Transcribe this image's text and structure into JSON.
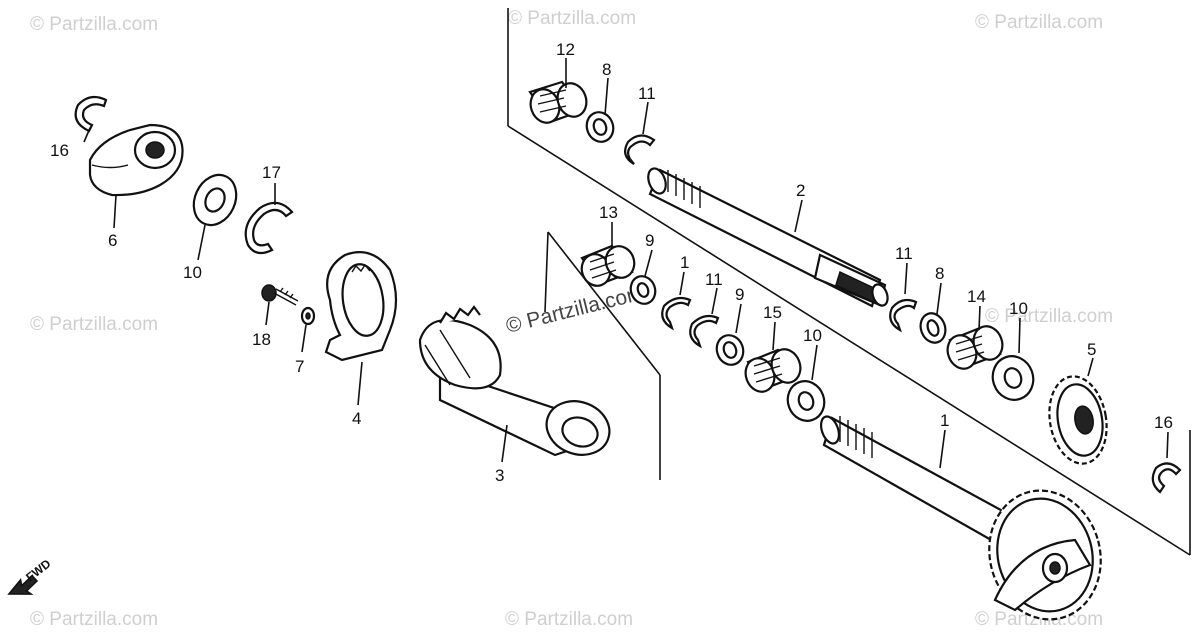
{
  "watermark": "© Partzilla.com",
  "fwd_label": "FWD",
  "callouts": {
    "c1": "1",
    "c2": "2",
    "c3": "3",
    "c4": "4",
    "c5": "5",
    "c6": "6",
    "c7": "7",
    "c8a": "8",
    "c8b": "8",
    "c9a": "9",
    "c9b": "9",
    "c10a": "10",
    "c10b": "10",
    "c10c": "10",
    "c11a": "11",
    "c11b": "11",
    "c11c": "11",
    "c11d": "1",
    "c12": "12",
    "c13": "13",
    "c14": "14",
    "c15": "15",
    "c16a": "16",
    "c16b": "16",
    "c17": "17",
    "c18": "18"
  }
}
